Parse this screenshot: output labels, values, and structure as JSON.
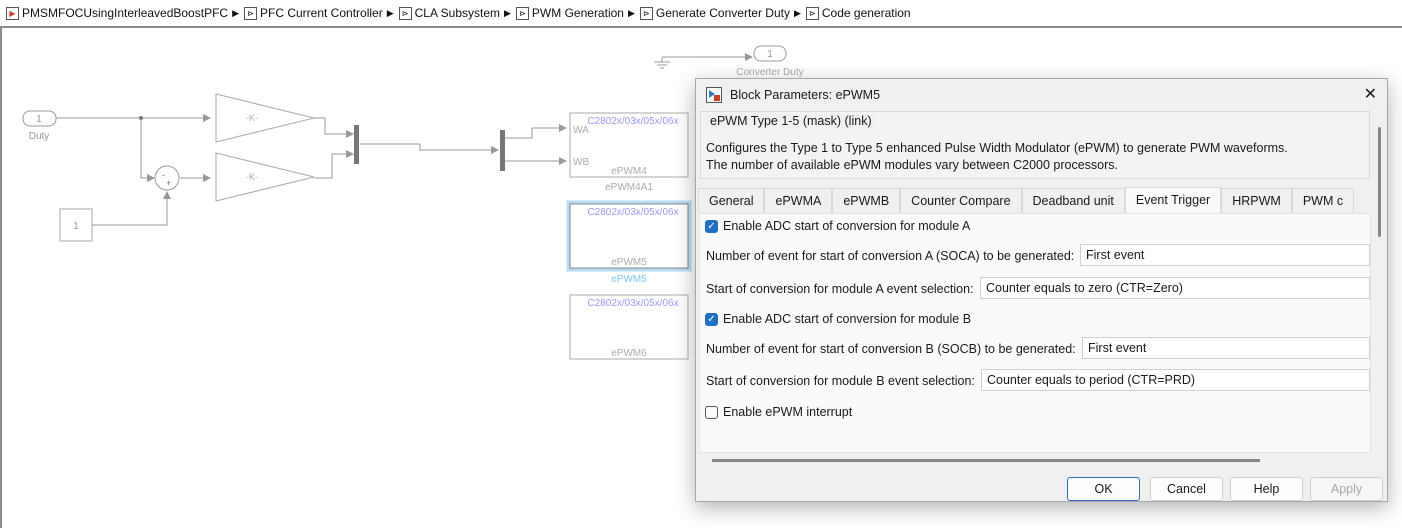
{
  "breadcrumb": [
    "PMSMFOCUsingInterleavedBoostPFC",
    "PFC Current Controller",
    "CLA Subsystem",
    "PWM Generation",
    "Generate Converter Duty",
    "Code generation"
  ],
  "diagram": {
    "inport": {
      "number": "1",
      "label": "Duty"
    },
    "outport": {
      "number": "1",
      "label": "Converter Duty"
    },
    "gain1": "-K-",
    "gain2": "-K-",
    "constant": "1",
    "sum_signs": [
      "-",
      "+"
    ],
    "epwm4": {
      "processor": "C2802x/03x/05x/06x",
      "port_a": "WA",
      "port_b": "WB",
      "inner": "ePWM4",
      "name": "ePWM4A1"
    },
    "epwm5": {
      "processor": "C2802x/03x/05x/06x",
      "inner": "ePWM5",
      "name": "ePWM5"
    },
    "epwm6": {
      "processor": "C2802x/03x/05x/06x",
      "inner": "ePWM6"
    }
  },
  "dialog": {
    "title": "Block Parameters: ePWM5",
    "group": "ePWM Type 1-5 (mask) (link)",
    "desc1": "Configures the Type 1 to Type 5 enhanced Pulse Width Modulator (ePWM) to generate PWM waveforms.",
    "desc2": "The number of available ePWM modules vary between C2000 processors.",
    "tabs": [
      "General",
      "ePWMA",
      "ePWMB",
      "Counter Compare",
      "Deadband unit",
      "Event Trigger",
      "HRPWM",
      "PWM c"
    ],
    "active_tab": "Event Trigger",
    "enable_soca": {
      "label": "Enable ADC start of conversion for module A",
      "checked": true
    },
    "soca_event_label": "Number of event for start of conversion A (SOCA) to be generated:",
    "soca_event_value": "First event",
    "soca_sel_label": "Start of conversion for module A event selection:",
    "soca_sel_value": "Counter equals to zero (CTR=Zero)",
    "enable_socb": {
      "label": "Enable ADC start of conversion for module B",
      "checked": true
    },
    "socb_event_label": "Number of event for start of conversion B (SOCB) to be generated:",
    "socb_event_value": "First event",
    "socb_sel_label": "Start of conversion for module B event selection:",
    "socb_sel_value": "Counter equals to period (CTR=PRD)",
    "enable_int": {
      "label": "Enable ePWM interrupt",
      "checked": false
    },
    "buttons": {
      "ok": "OK",
      "cancel": "Cancel",
      "help": "Help",
      "apply": "Apply"
    }
  }
}
